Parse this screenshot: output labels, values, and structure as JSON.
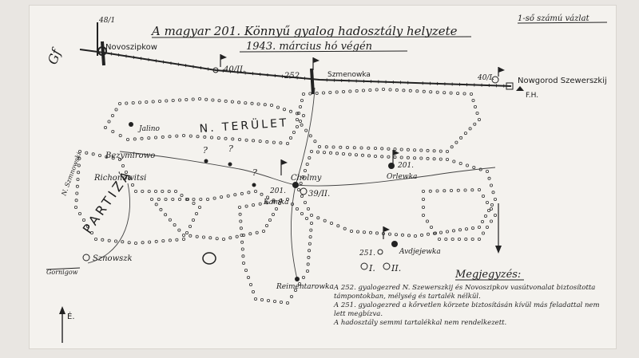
{
  "corner_note": "1-ső számú vázlat",
  "title_line1": "A magyar 201. Könnyű gyalog hadosztály helyzete",
  "title_line2": "1943. március hó végén",
  "places": {
    "novoszipkow": "Novoszipkow",
    "szmenowka": "Szmenowka",
    "novgorod": "Nowgorod Szewerszkij",
    "jalino": "Jalino",
    "cholmy": "Cholmy",
    "orlewka": "Orlewka",
    "kamka": "Kamka",
    "avdejewka": "Avdjejewka",
    "reimentarowka": "Reimentarowka",
    "sznowszk": "Sznowszk",
    "gorniigow": "Gornigow",
    "richonowitsi": "Richonowitsi",
    "bezymirowo": "Bezymirowo"
  },
  "units": {
    "u40": "40/I.",
    "u40b": "40/II.",
    "u252": "252.",
    "u201": "201.",
    "u201b": "201.",
    "u39": "39/II.",
    "u251": "251.",
    "uI": "I.",
    "uII": "II.",
    "fh": "F.H.",
    "n48": "48/1"
  },
  "partizan_label": "PARTIZÁN TERÜLET",
  "north_label": "É.",
  "note_heading": "Megjegyzés:",
  "note_lines": [
    "A 252. gyalogezred N. Szewerszkij és Novoszipkov vasútvonalat biztosította támpontokban, mélység és tartalék nélkül.",
    "A 251. gyalogezred a kőrvetlen körzete biztosításán kívül más feladattal nem lett megbízva.",
    "A hadosztály semmi tartalékkal nem rendelkezett."
  ]
}
